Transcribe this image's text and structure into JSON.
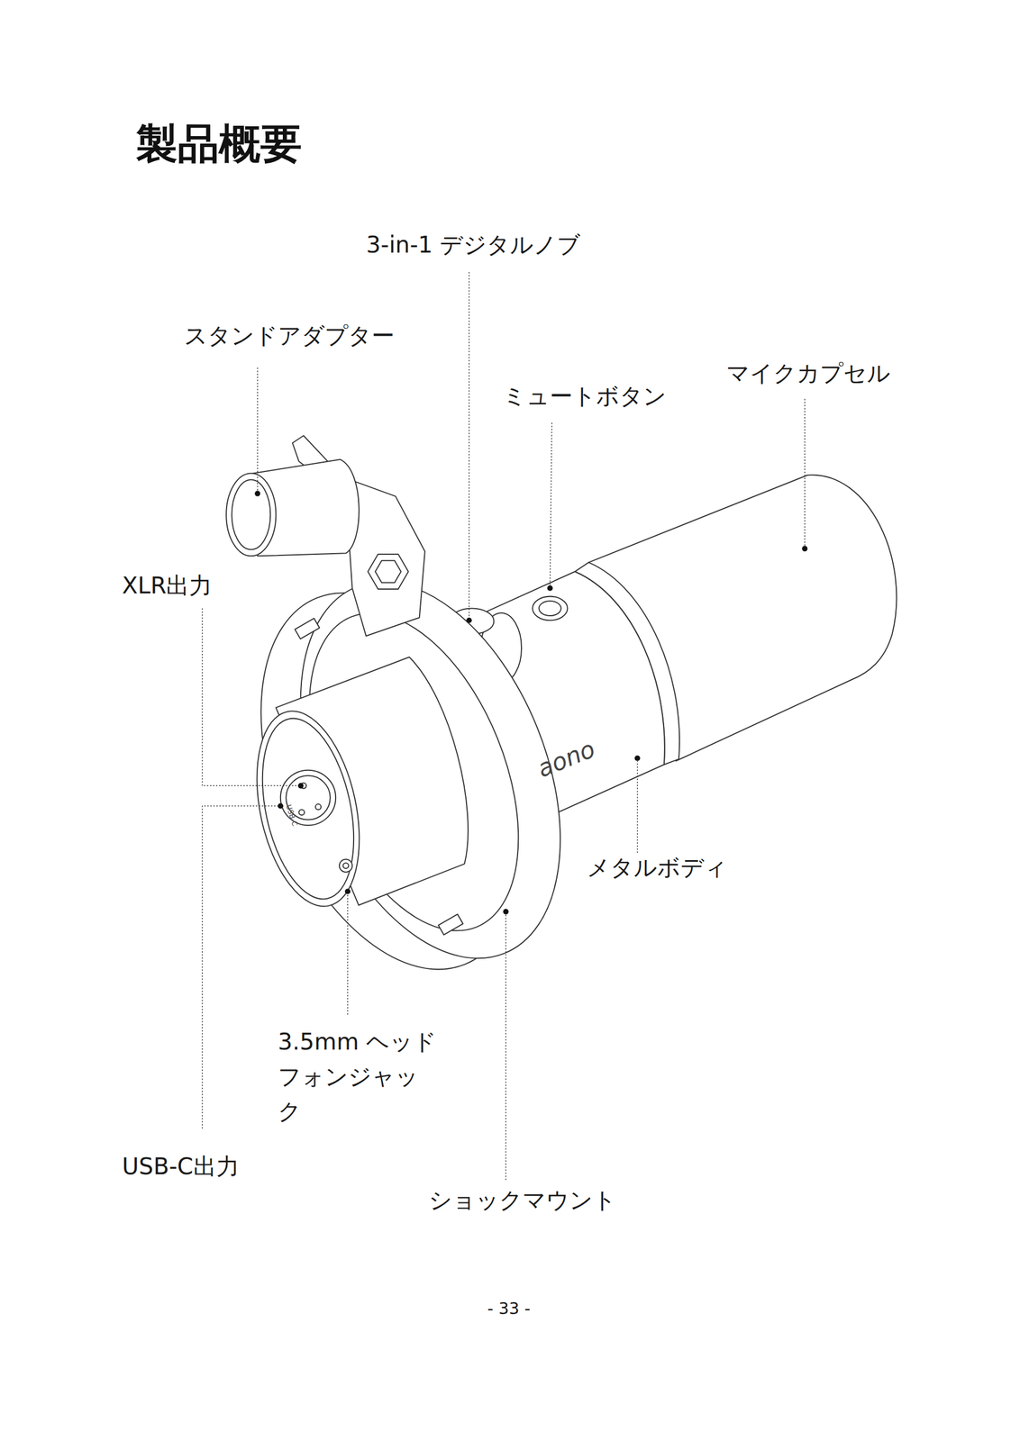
{
  "diagram": {
    "title": "製品概要",
    "labels": [
      "3-in-1 デジタルノブ",
      "スタンドアダプター",
      "ミュートボタン",
      "マイクカプセル",
      "XLR出力",
      "メタルボディ",
      "3.5mm ヘッド フォンジャック",
      "USB-C出力",
      "ショックマウント",
      "- 33 -",
      "aono",
      "USB-C"
    ]
  }
}
